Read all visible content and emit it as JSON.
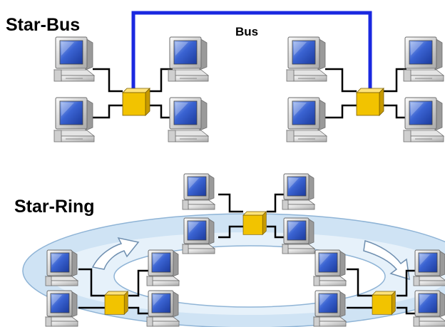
{
  "star_bus": {
    "title": "Star-Bus",
    "bus_label": "Bus"
  },
  "star_ring": {
    "title": "Star-Ring"
  },
  "colors": {
    "bus_line": "#1a28e0",
    "hub_fill": "#f2c300",
    "hub_side": "#c79a00",
    "ring_fill": "#dcebf7",
    "ring_stroke": "#8fb4d6",
    "screen": "#2f55c8",
    "case": "#d7d7d7",
    "cable": "#000000"
  },
  "icons": {
    "computer": "desktop-computer-icon",
    "hub": "hub-icon",
    "arrow": "curved-arrow-icon"
  }
}
